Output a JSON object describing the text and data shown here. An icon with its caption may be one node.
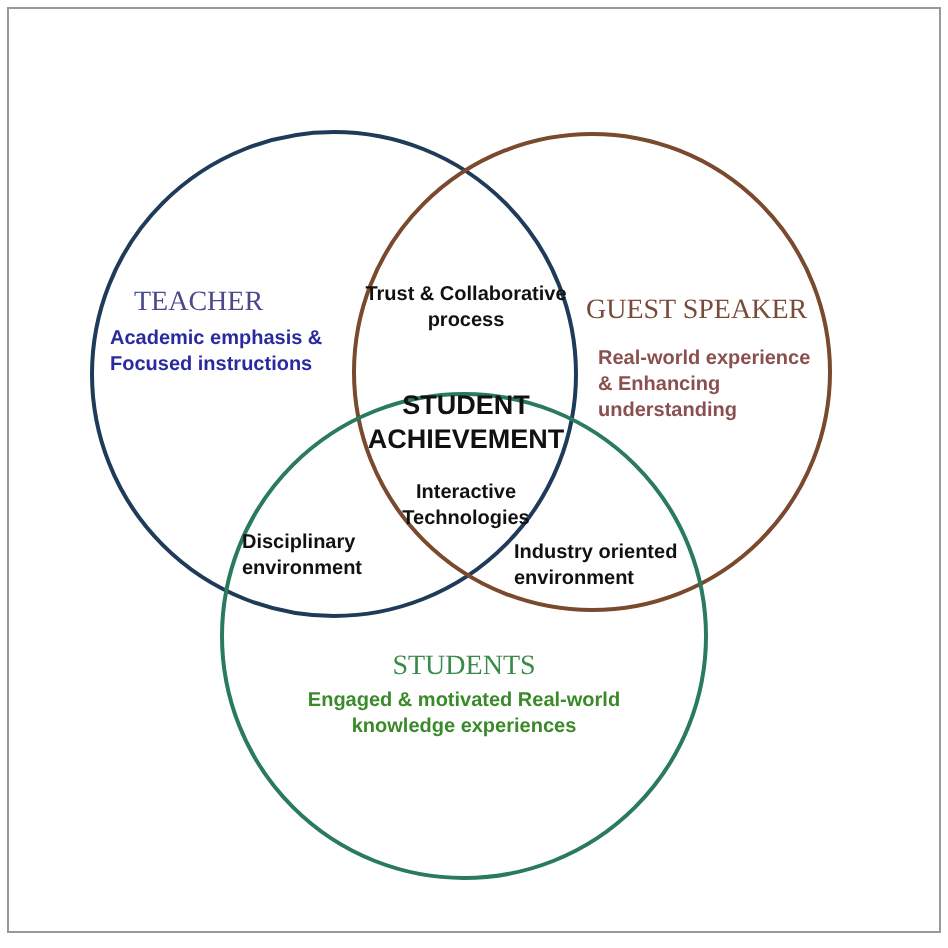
{
  "diagram": {
    "nodes": [
      {
        "text": [
          "TEACHER",
          "Academic emphasis & Focused instructions"
        ]
      },
      {
        "text": [
          "GUEST SPEAKER",
          "Real-world experience & Enhancing understanding"
        ]
      },
      {
        "text": [
          "STUDENTS",
          "Engaged & motivated Real-world knowledge experiences"
        ]
      }
    ],
    "labels": [
      "Trust & Collaborative process",
      "STUDENT ACHIEVEMENT",
      "Interactive Technologies",
      "Disciplinary environment",
      "Industry oriented environment"
    ]
  }
}
